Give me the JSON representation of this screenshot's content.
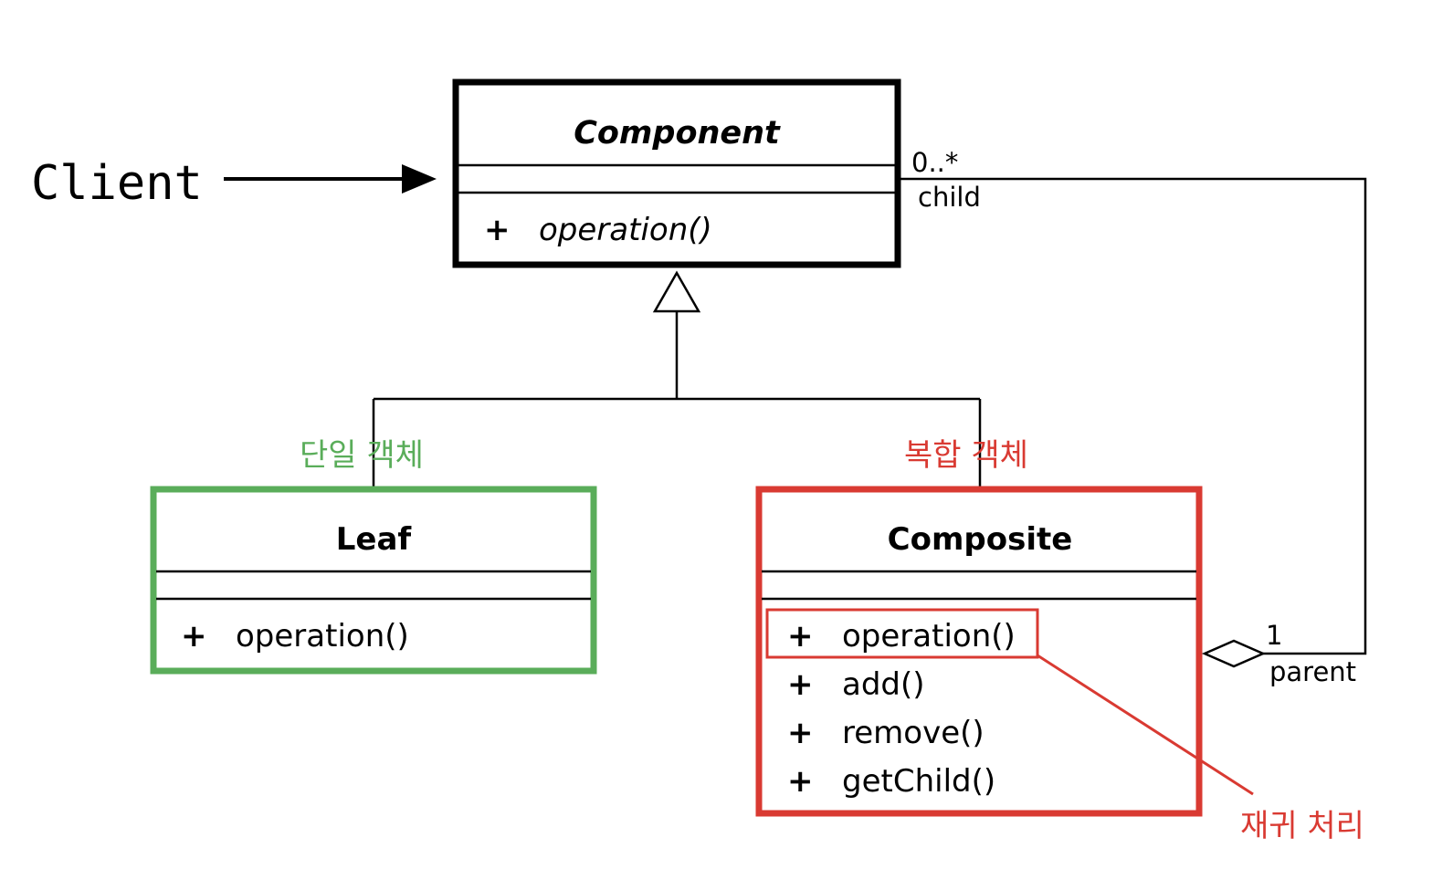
{
  "client": {
    "label": "Client"
  },
  "component": {
    "name": "Component",
    "method": {
      "visibility": "+",
      "name": "operation()"
    }
  },
  "leaf": {
    "name": "Leaf",
    "tag": "단일 객체",
    "method": {
      "visibility": "+",
      "name": "operation()"
    }
  },
  "composite": {
    "name": "Composite",
    "tag": "복합 객체",
    "methods": [
      {
        "visibility": "+",
        "name": "operation()"
      },
      {
        "visibility": "+",
        "name": "add()"
      },
      {
        "visibility": "+",
        "name": "remove()"
      },
      {
        "visibility": "+",
        "name": "getChild()"
      }
    ]
  },
  "association": {
    "child_multiplicity": "0..*",
    "child_role": "child",
    "parent_multiplicity": "1",
    "parent_role": "parent"
  },
  "annotation": {
    "label": "재귀 처리"
  },
  "colors": {
    "leaf_green": "#5aad5a",
    "composite_red": "#d93a32",
    "line_black": "#000000"
  }
}
